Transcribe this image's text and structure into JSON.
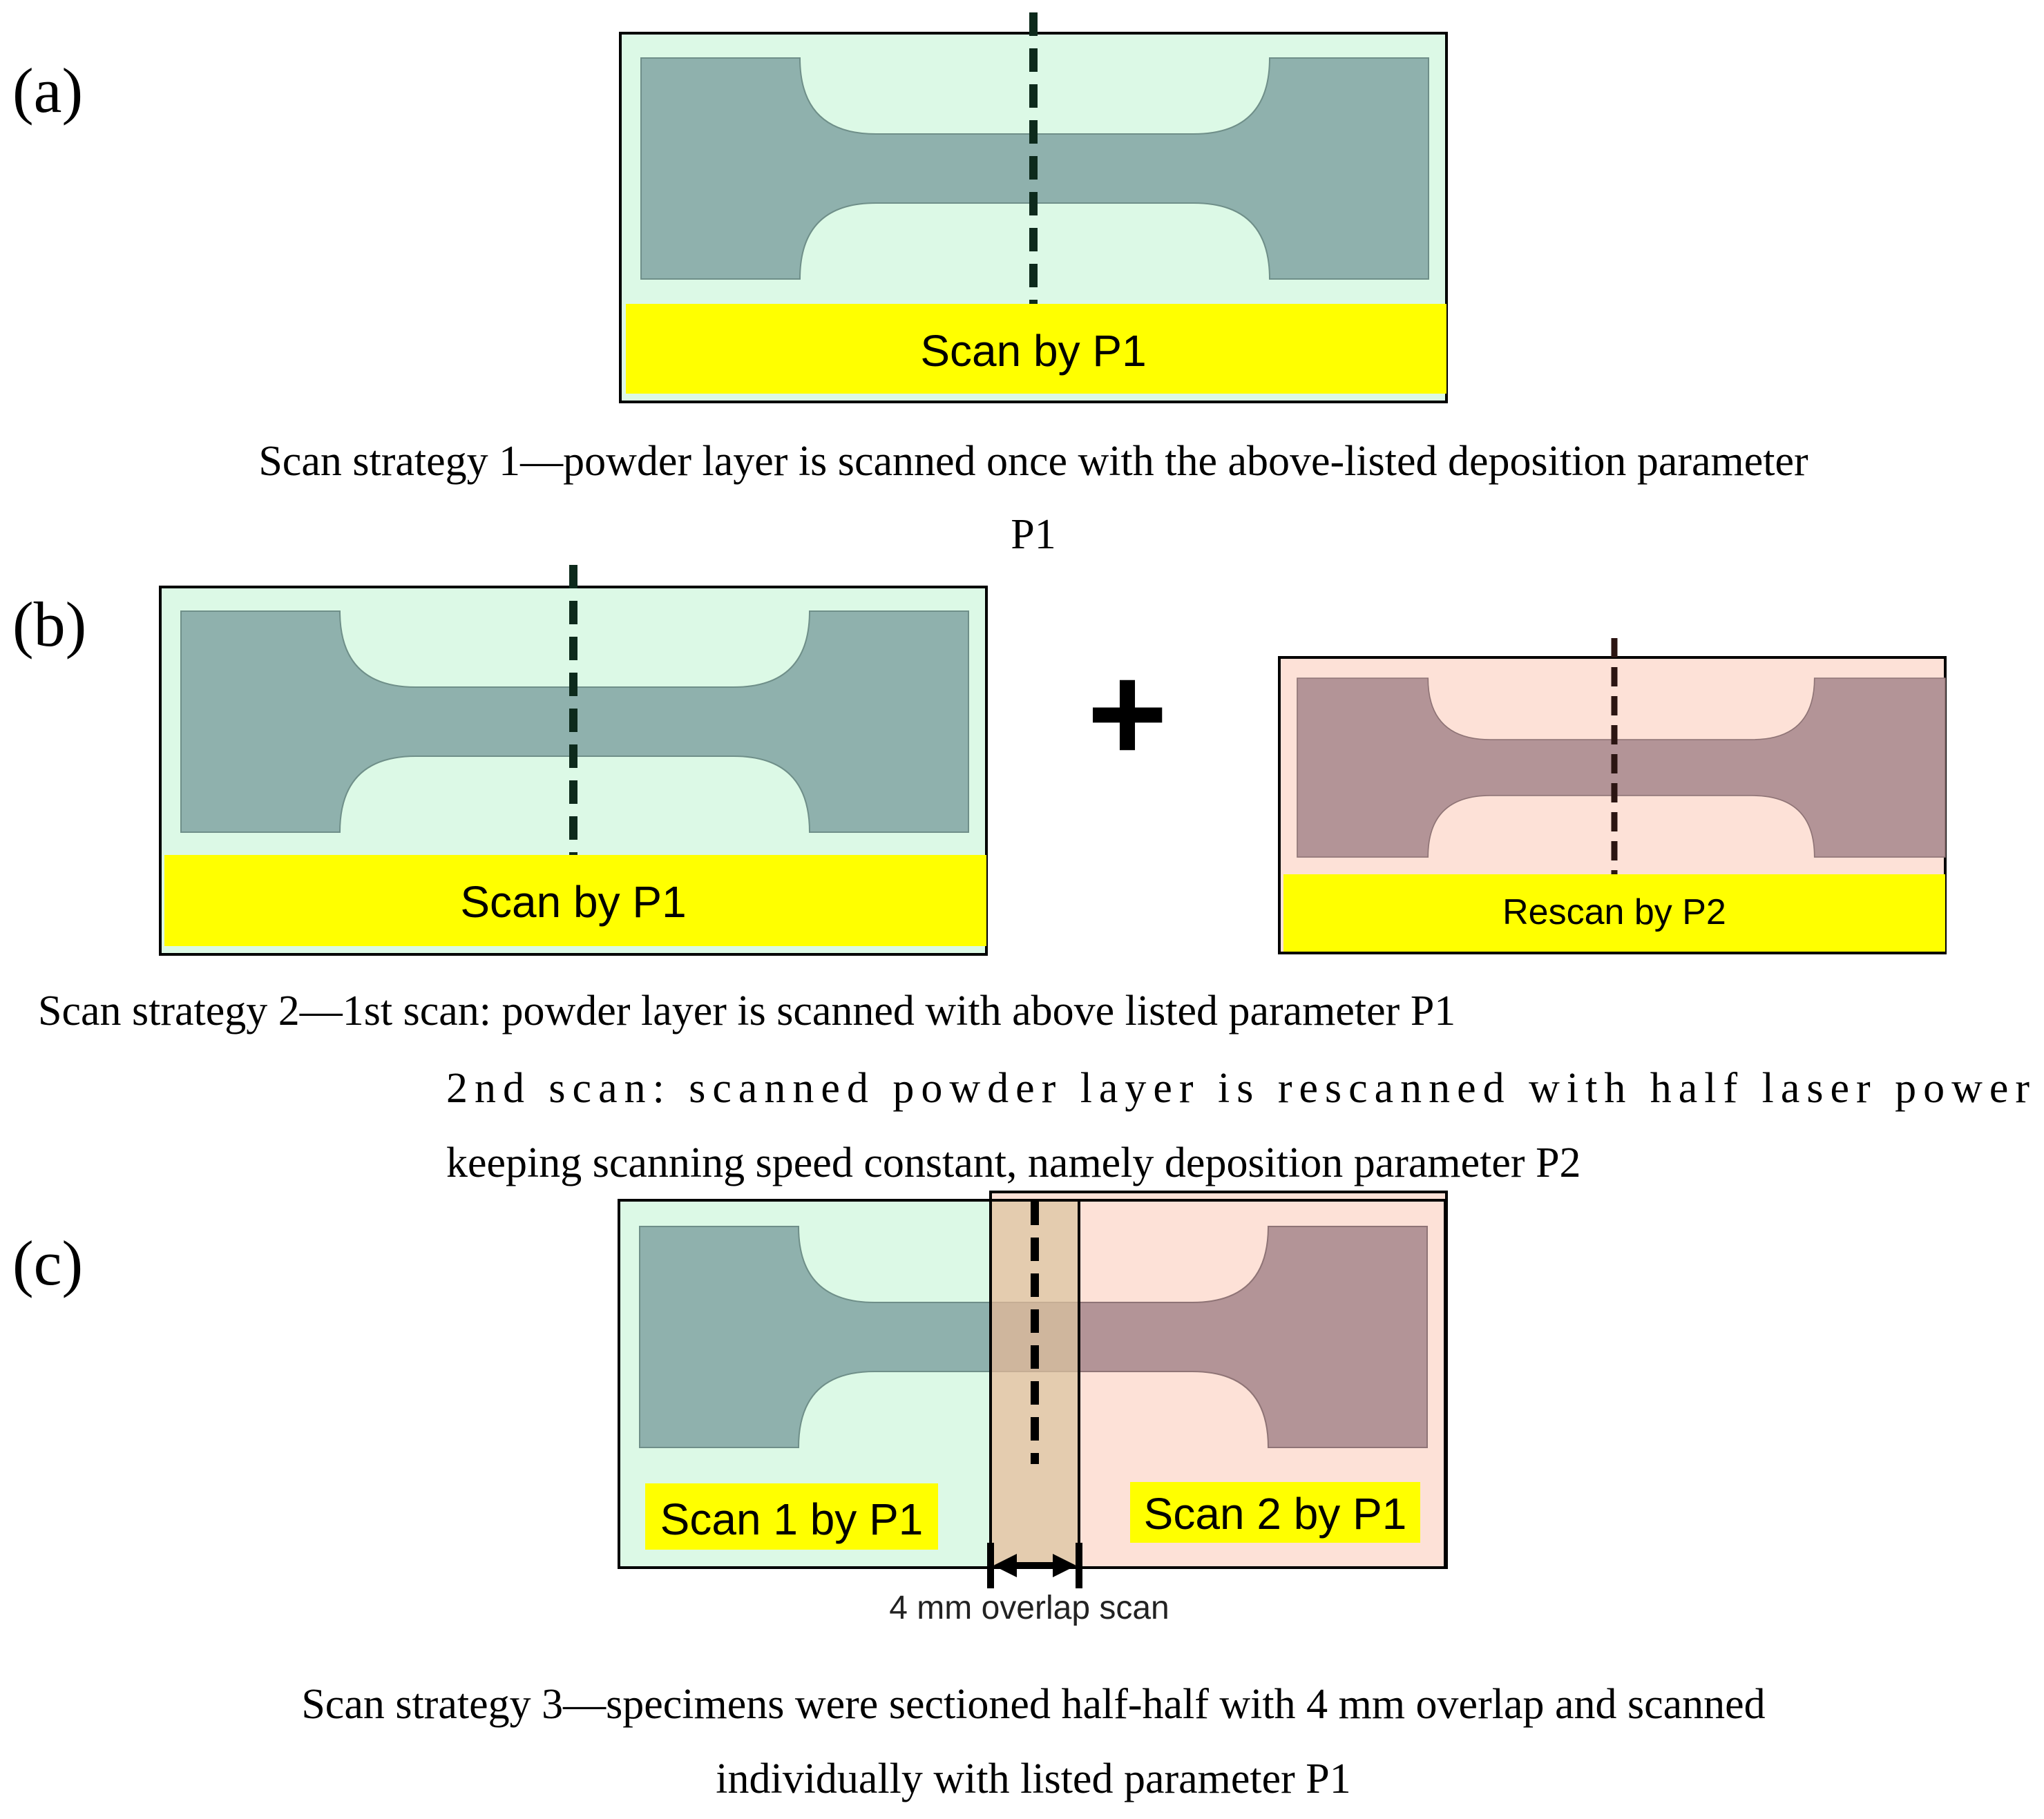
{
  "panels": {
    "a": {
      "label": "(a)",
      "scan_label": "Scan by P1",
      "caption": [
        "Scan strategy 1—powder layer is scanned once with the above-listed deposition parameter",
        "P1"
      ]
    },
    "b": {
      "label": "(b)",
      "scan_label": "Scan by P1",
      "plus": "+",
      "rescan_label": "Rescan by P2",
      "caption": [
        "Scan strategy 2—1st scan: powder layer is scanned with above listed parameter P1",
        "2nd scan: scanned powder layer is rescanned with half laser power",
        "keeping scanning speed constant, namely deposition parameter P2"
      ]
    },
    "c": {
      "label": "(c)",
      "scan1_label": "Scan 1 by P1",
      "scan2_label": "Scan 2 by P1",
      "overlap_label": "4 mm overlap scan",
      "caption": [
        "Scan strategy 3—specimens were sectioned half-half with 4 mm overlap and scanned",
        "individually with listed parameter P1"
      ]
    }
  },
  "colors": {
    "plate_green": "#dcf9e6",
    "specimen_green": "#8fb1ad",
    "plate_pink": "#fde1d7",
    "specimen_pink": "#b39497",
    "highlight_yellow": "#ffff00",
    "overlap_band": "#e5d6b9",
    "dashed_line": "#0d2a1c"
  }
}
